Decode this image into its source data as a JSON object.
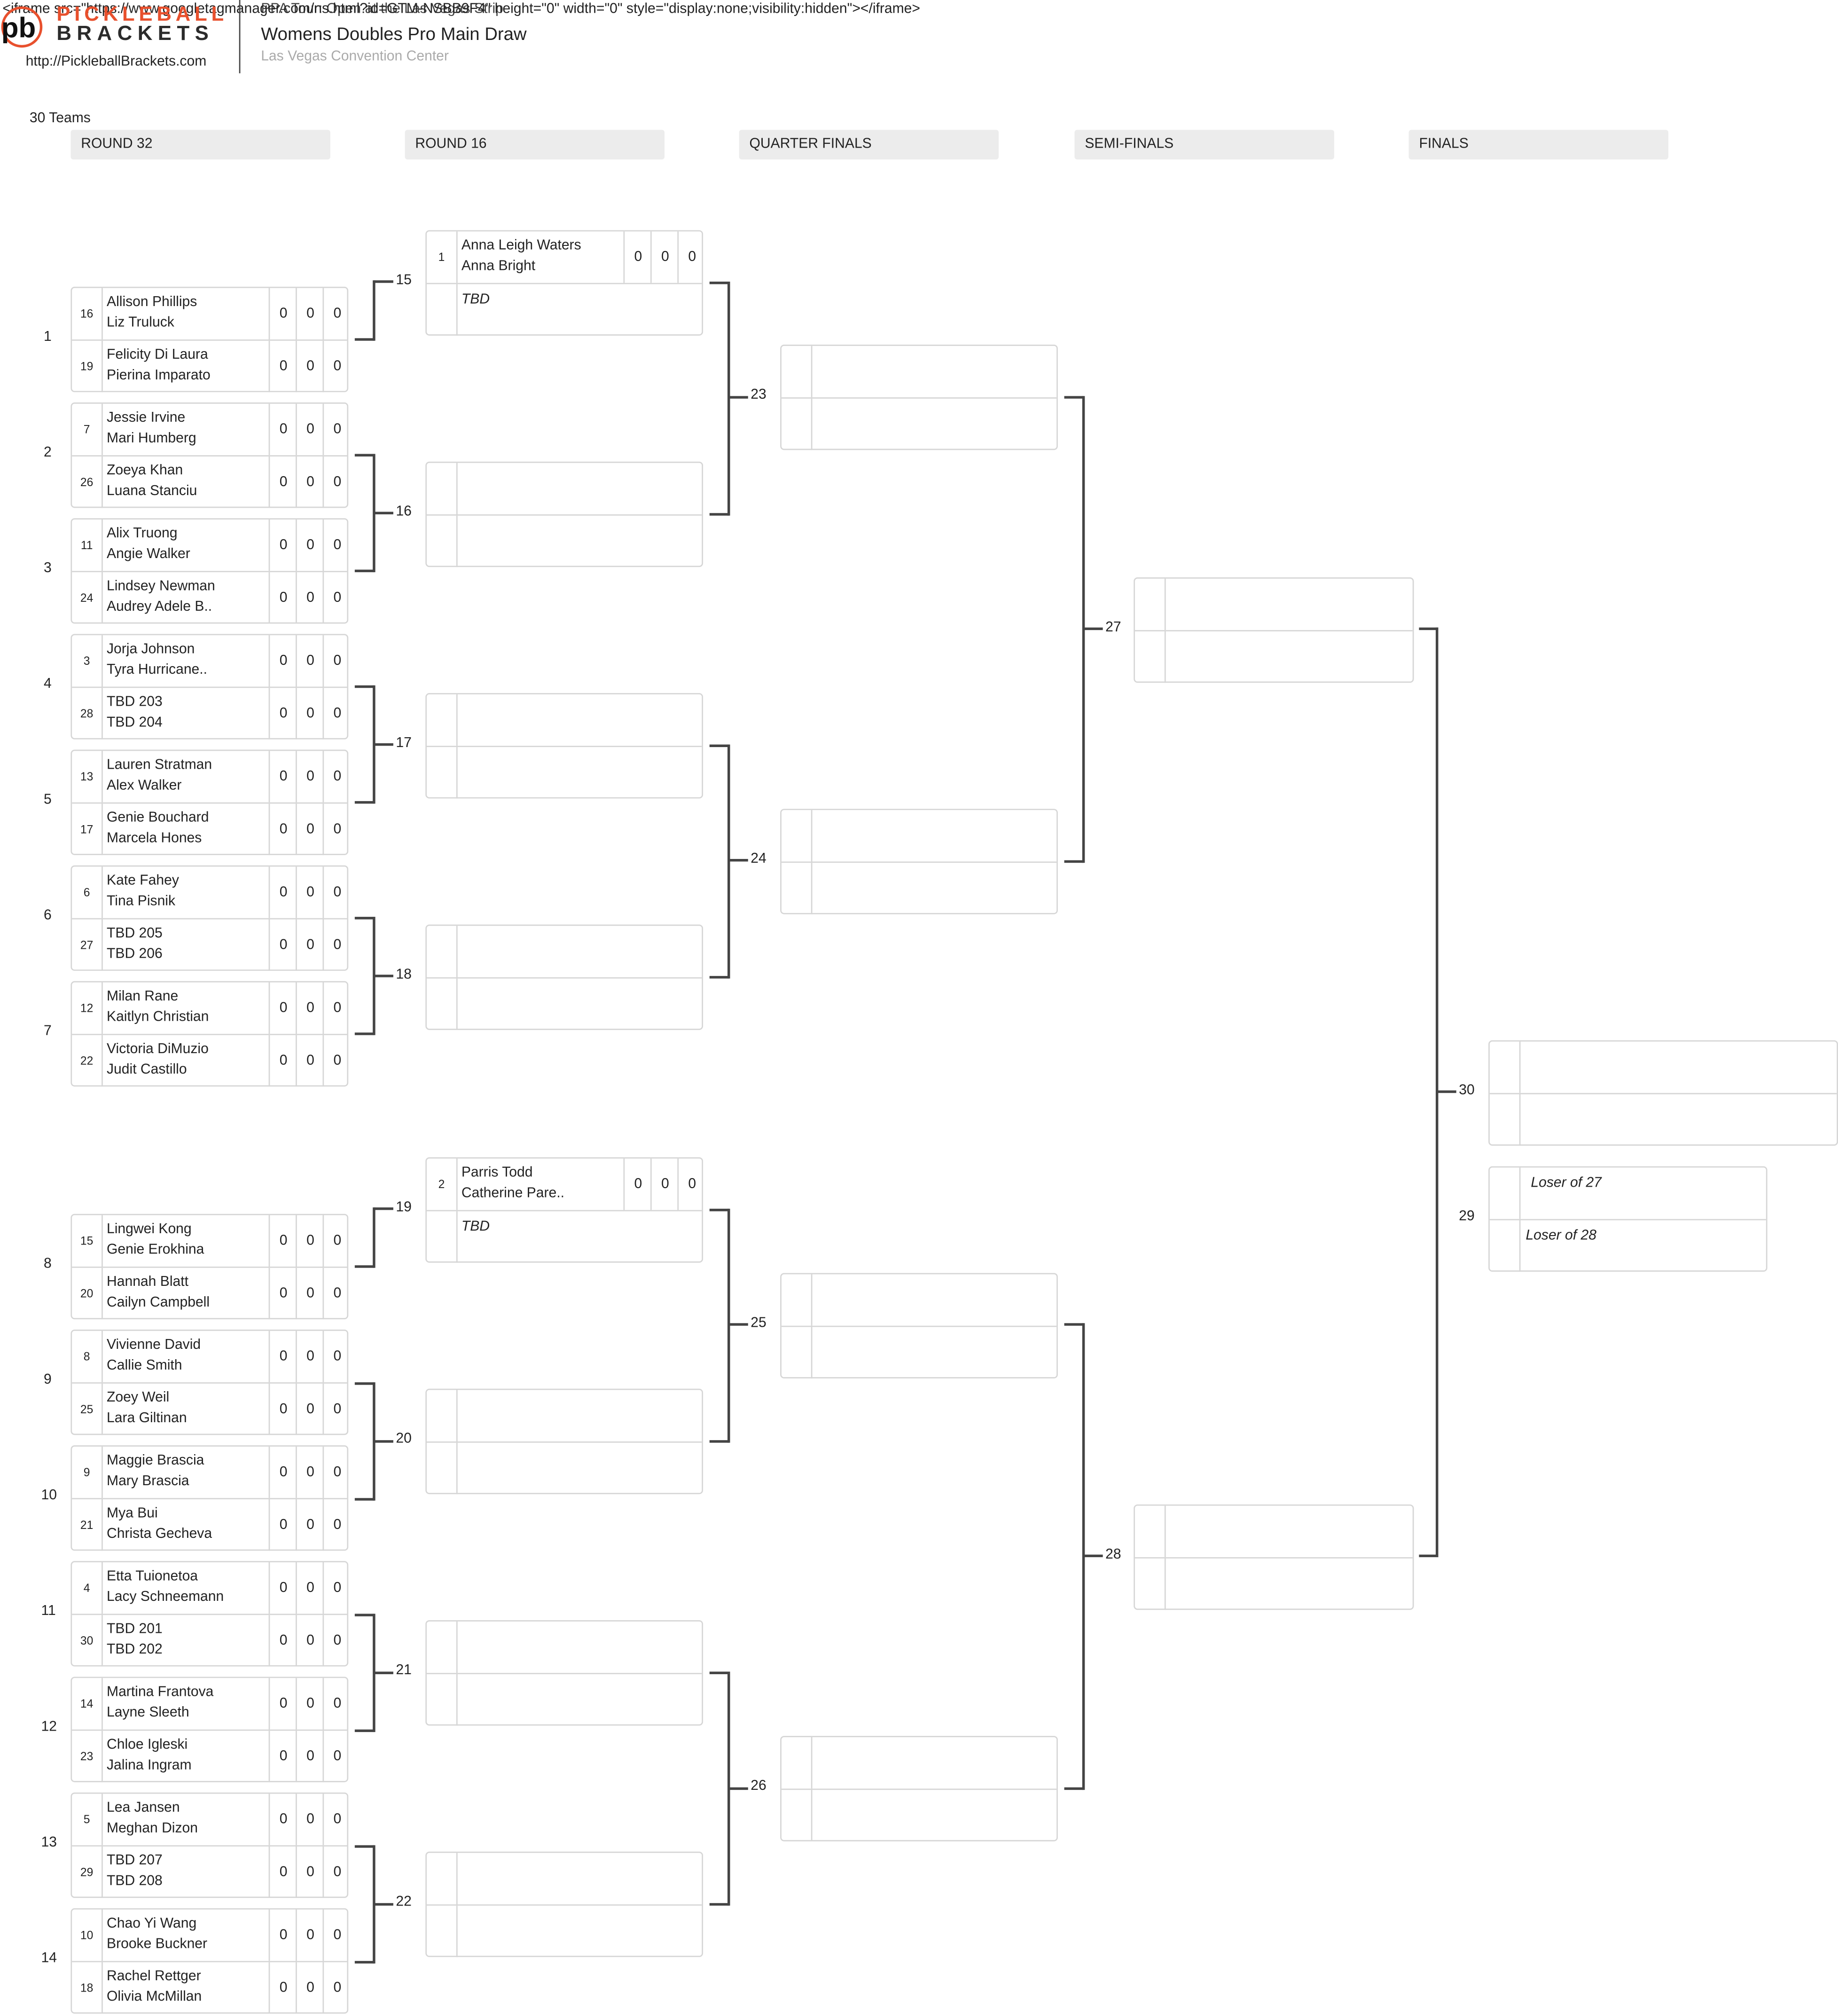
{
  "leak_text": {
    "iframe_tag": "<iframe src=\"https://www.googletagmanager.com/ns.html?id=GTM-NSBB9F4\" height=\"0\" width=\"0\" style=\"display:none;visibility:hidden\"></iframe>",
    "overlay_title": "PPA Tour: Open at the Las Vegas Strip"
  },
  "header": {
    "logo_word1": "PICKLEBALL",
    "logo_word2": "BRACKETS",
    "site_url": "http://PickleballBrackets.com",
    "title": "Womens Doubles Pro Main Draw",
    "venue": "Las Vegas Convention Center",
    "team_count": "30 Teams"
  },
  "colors": {
    "brand_orange": "#e8502d",
    "connector": "#444444",
    "round_header_bg": "#ececec",
    "box_border": "#d6d6d6",
    "venue_gray": "#aaaaaa"
  },
  "rounds": [
    "ROUND 32",
    "ROUND 16",
    "QUARTER FINALS",
    "SEMI-FINALS",
    "FINALS"
  ],
  "round32": [
    {
      "match": "1",
      "teams": [
        {
          "seed": "16",
          "p1": "Allison Phillips",
          "p2": "Liz Truluck",
          "scores": [
            "0",
            "0",
            "0"
          ]
        },
        {
          "seed": "19",
          "p1": "Felicity Di Laura",
          "p2": "Pierina Imparato",
          "scores": [
            "0",
            "0",
            "0"
          ]
        }
      ]
    },
    {
      "match": "2",
      "teams": [
        {
          "seed": "7",
          "p1": "Jessie Irvine",
          "p2": "Mari Humberg",
          "scores": [
            "0",
            "0",
            "0"
          ]
        },
        {
          "seed": "26",
          "p1": "Zoeya Khan",
          "p2": "Luana Stanciu",
          "scores": [
            "0",
            "0",
            "0"
          ]
        }
      ]
    },
    {
      "match": "3",
      "teams": [
        {
          "seed": "11",
          "p1": "Alix Truong",
          "p2": "Angie Walker",
          "scores": [
            "0",
            "0",
            "0"
          ]
        },
        {
          "seed": "24",
          "p1": "Lindsey Newman",
          "p2": "Audrey Adele B..",
          "scores": [
            "0",
            "0",
            "0"
          ]
        }
      ]
    },
    {
      "match": "4",
      "teams": [
        {
          "seed": "3",
          "p1": "Jorja Johnson",
          "p2": "Tyra Hurricane..",
          "scores": [
            "0",
            "0",
            "0"
          ]
        },
        {
          "seed": "28",
          "p1": "TBD 203",
          "p2": "TBD 204",
          "scores": [
            "0",
            "0",
            "0"
          ]
        }
      ]
    },
    {
      "match": "5",
      "teams": [
        {
          "seed": "13",
          "p1": "Lauren Stratman",
          "p2": "Alex Walker",
          "scores": [
            "0",
            "0",
            "0"
          ]
        },
        {
          "seed": "17",
          "p1": "Genie Bouchard",
          "p2": "Marcela Hones",
          "scores": [
            "0",
            "0",
            "0"
          ]
        }
      ]
    },
    {
      "match": "6",
      "teams": [
        {
          "seed": "6",
          "p1": "Kate Fahey",
          "p2": "Tina Pisnik",
          "scores": [
            "0",
            "0",
            "0"
          ]
        },
        {
          "seed": "27",
          "p1": "TBD 205",
          "p2": "TBD 206",
          "scores": [
            "0",
            "0",
            "0"
          ]
        }
      ]
    },
    {
      "match": "7",
      "teams": [
        {
          "seed": "12",
          "p1": "Milan Rane",
          "p2": "Kaitlyn Christian",
          "scores": [
            "0",
            "0",
            "0"
          ]
        },
        {
          "seed": "22",
          "p1": "Victoria DiMuzio",
          "p2": "Judit Castillo",
          "scores": [
            "0",
            "0",
            "0"
          ]
        }
      ]
    },
    {
      "match": "8",
      "teams": [
        {
          "seed": "15",
          "p1": "Lingwei Kong",
          "p2": "Genie Erokhina",
          "scores": [
            "0",
            "0",
            "0"
          ]
        },
        {
          "seed": "20",
          "p1": "Hannah Blatt",
          "p2": "Cailyn Campbell",
          "scores": [
            "0",
            "0",
            "0"
          ]
        }
      ]
    },
    {
      "match": "9",
      "teams": [
        {
          "seed": "8",
          "p1": "Vivienne David",
          "p2": "Callie Smith",
          "scores": [
            "0",
            "0",
            "0"
          ]
        },
        {
          "seed": "25",
          "p1": "Zoey Weil",
          "p2": "Lara Giltinan",
          "scores": [
            "0",
            "0",
            "0"
          ]
        }
      ]
    },
    {
      "match": "10",
      "teams": [
        {
          "seed": "9",
          "p1": "Maggie Brascia",
          "p2": "Mary Brascia",
          "scores": [
            "0",
            "0",
            "0"
          ]
        },
        {
          "seed": "21",
          "p1": "Mya Bui",
          "p2": "Christa Gecheva",
          "scores": [
            "0",
            "0",
            "0"
          ]
        }
      ]
    },
    {
      "match": "11",
      "teams": [
        {
          "seed": "4",
          "p1": "Etta Tuionetoa",
          "p2": "Lacy Schneemann",
          "scores": [
            "0",
            "0",
            "0"
          ]
        },
        {
          "seed": "30",
          "p1": "TBD 201",
          "p2": "TBD 202",
          "scores": [
            "0",
            "0",
            "0"
          ]
        }
      ]
    },
    {
      "match": "12",
      "teams": [
        {
          "seed": "14",
          "p1": "Martina Frantova",
          "p2": "Layne Sleeth",
          "scores": [
            "0",
            "0",
            "0"
          ]
        },
        {
          "seed": "23",
          "p1": "Chloe Igleski",
          "p2": "Jalina Ingram",
          "scores": [
            "0",
            "0",
            "0"
          ]
        }
      ]
    },
    {
      "match": "13",
      "teams": [
        {
          "seed": "5",
          "p1": "Lea Jansen",
          "p2": "Meghan Dizon",
          "scores": [
            "0",
            "0",
            "0"
          ]
        },
        {
          "seed": "29",
          "p1": "TBD 207",
          "p2": "TBD 208",
          "scores": [
            "0",
            "0",
            "0"
          ]
        }
      ]
    },
    {
      "match": "14",
      "teams": [
        {
          "seed": "10",
          "p1": "Chao Yi Wang",
          "p2": "Brooke Buckner",
          "scores": [
            "0",
            "0",
            "0"
          ]
        },
        {
          "seed": "18",
          "p1": "Rachel Rettger",
          "p2": "Olivia McMillan",
          "scores": [
            "0",
            "0",
            "0"
          ]
        }
      ]
    }
  ],
  "round16": [
    {
      "match": "15",
      "top": {
        "seed": "1",
        "p1": "Anna Leigh Waters",
        "p2": "Anna Bright",
        "scores": [
          "0",
          "0",
          "0"
        ]
      },
      "bottom_label": "TBD"
    },
    {
      "match": "16"
    },
    {
      "match": "17"
    },
    {
      "match": "18"
    },
    {
      "match": "19",
      "top": {
        "seed": "2",
        "p1": "Parris Todd",
        "p2": "Catherine Pare..",
        "scores": [
          "0",
          "0",
          "0"
        ]
      },
      "bottom_label": "TBD"
    },
    {
      "match": "20"
    },
    {
      "match": "21"
    },
    {
      "match": "22"
    }
  ],
  "quarterfinals": [
    {
      "match": "23"
    },
    {
      "match": "24"
    },
    {
      "match": "25"
    },
    {
      "match": "26"
    }
  ],
  "semifinals": [
    {
      "match": "27"
    },
    {
      "match": "28"
    }
  ],
  "finals": [
    {
      "match": "30"
    },
    {
      "match": "29",
      "top_label": "Loser of 27",
      "bottom_label": "Loser of 28"
    }
  ]
}
